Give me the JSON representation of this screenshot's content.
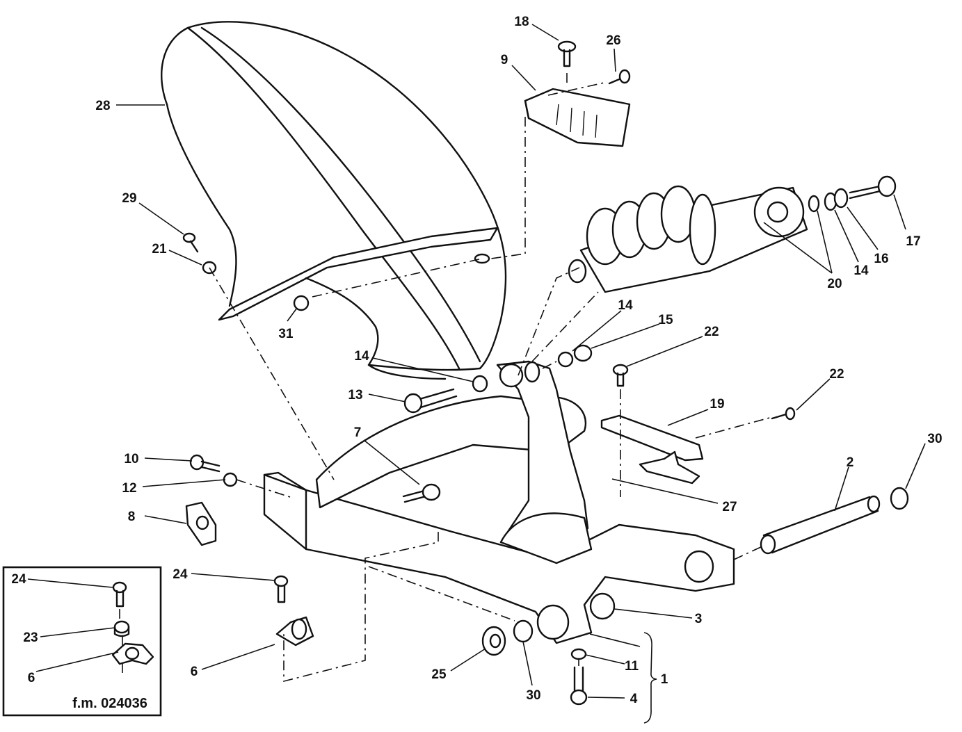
{
  "callouts": [
    {
      "id": "c18",
      "label": "18"
    },
    {
      "id": "c26",
      "label": "26"
    },
    {
      "id": "c9",
      "label": "9"
    },
    {
      "id": "c28",
      "label": "28"
    },
    {
      "id": "c29",
      "label": "29"
    },
    {
      "id": "c21",
      "label": "21"
    },
    {
      "id": "c31",
      "label": "31"
    },
    {
      "id": "c17",
      "label": "17"
    },
    {
      "id": "c16",
      "label": "16"
    },
    {
      "id": "c14a",
      "label": "14"
    },
    {
      "id": "c20",
      "label": "20"
    },
    {
      "id": "c14b",
      "label": "14"
    },
    {
      "id": "c15",
      "label": "15"
    },
    {
      "id": "c22a",
      "label": "22"
    },
    {
      "id": "c14c",
      "label": "14"
    },
    {
      "id": "c13",
      "label": "13"
    },
    {
      "id": "c22b",
      "label": "22"
    },
    {
      "id": "c19",
      "label": "19"
    },
    {
      "id": "c30a",
      "label": "30"
    },
    {
      "id": "c2",
      "label": "2"
    },
    {
      "id": "c7",
      "label": "7"
    },
    {
      "id": "c10",
      "label": "10"
    },
    {
      "id": "c12",
      "label": "12"
    },
    {
      "id": "c8",
      "label": "8"
    },
    {
      "id": "c27",
      "label": "27"
    },
    {
      "id": "c24a",
      "label": "24"
    },
    {
      "id": "c3",
      "label": "3"
    },
    {
      "id": "c11",
      "label": "11"
    },
    {
      "id": "c1",
      "label": "1"
    },
    {
      "id": "c4",
      "label": "4"
    },
    {
      "id": "c25",
      "label": "25"
    },
    {
      "id": "c30b",
      "label": "30"
    },
    {
      "id": "c6a",
      "label": "6"
    },
    {
      "id": "c24b",
      "label": "24"
    },
    {
      "id": "c23",
      "label": "23"
    },
    {
      "id": "c6b",
      "label": "6"
    }
  ],
  "figure_ref": "f.m. 024036"
}
